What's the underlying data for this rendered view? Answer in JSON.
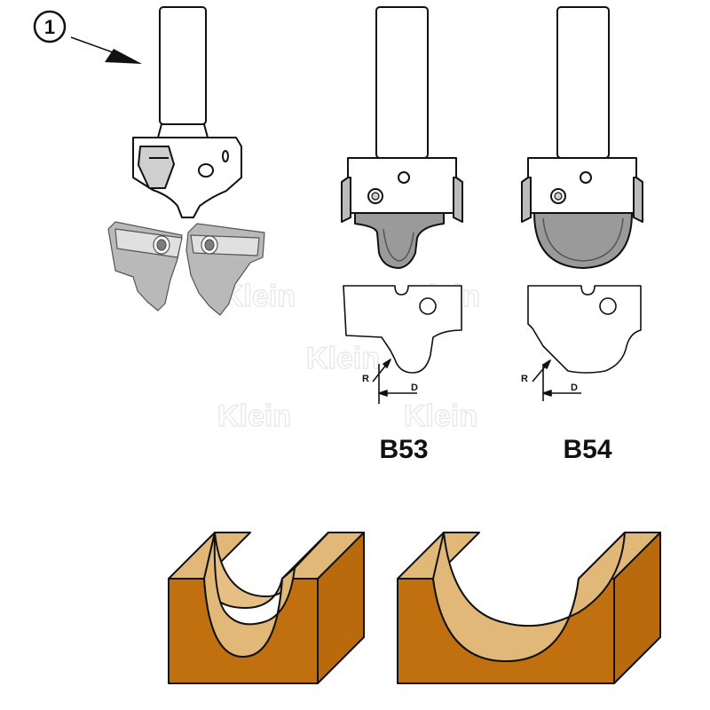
{
  "callout": {
    "number": "1"
  },
  "products": [
    {
      "code": "B53",
      "radius_symbol": "R",
      "diameter_symbol": "D"
    },
    {
      "code": "B54",
      "radius_symbol": "R",
      "diameter_symbol": "D"
    }
  ],
  "watermark": "Klein",
  "colors": {
    "outline": "#111111",
    "steel": "#ffffff",
    "blade_grey": "#9a9a9a",
    "blade_light": "#d4d4d4",
    "wood_end": "#c0700f",
    "wood_face": "#e2b878"
  }
}
